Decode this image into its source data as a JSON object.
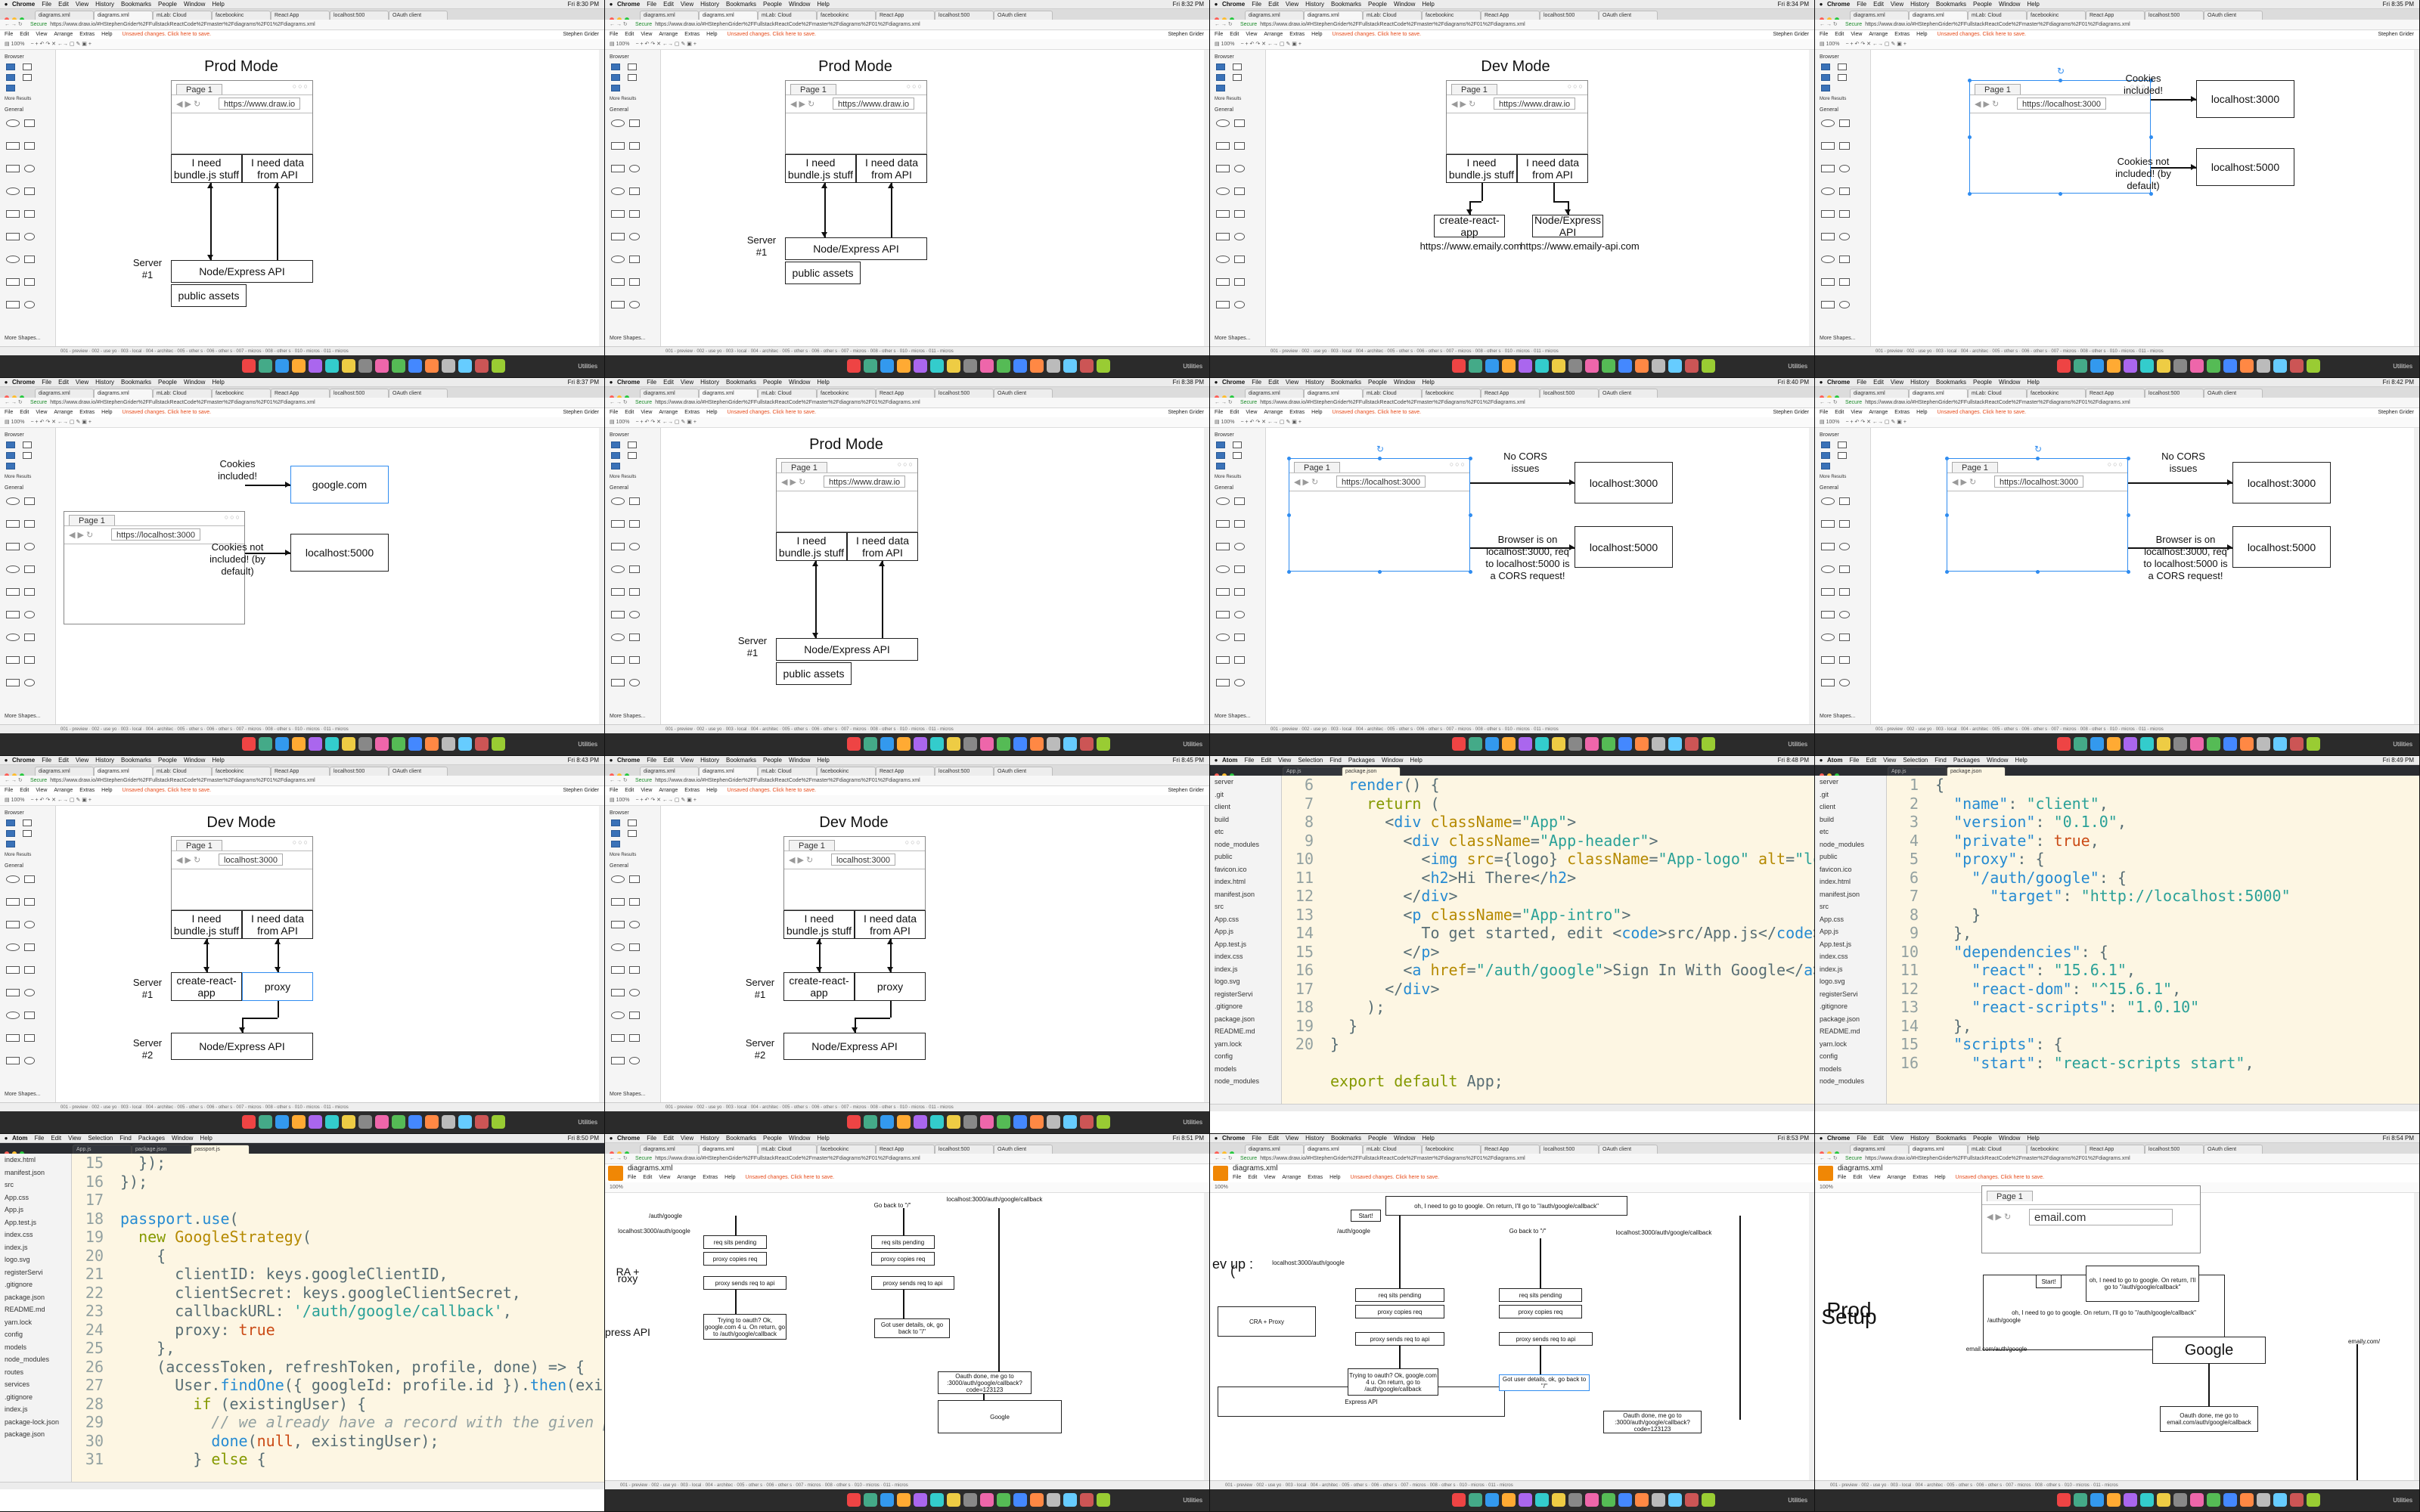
{
  "mac_menu": {
    "chrome": [
      "Chrome",
      "File",
      "Edit",
      "View",
      "History",
      "Bookmarks",
      "People",
      "Window",
      "Help"
    ],
    "atom": [
      "Atom",
      "File",
      "Edit",
      "View",
      "Selection",
      "Find",
      "Packages",
      "Window",
      "Help"
    ]
  },
  "clocks": [
    "Fri 8:30 PM",
    "Fri 8:32 PM",
    "Fri 8:34 PM",
    "Fri 8:35 PM",
    "Fri 8:37 PM",
    "Fri 8:38 PM",
    "Fri 8:40 PM",
    "Fri 8:42 PM",
    "Fri 8:43 PM",
    "Fri 8:45 PM",
    "Fri 8:48 PM",
    "Fri 8:49 PM",
    "Fri 8:50 PM",
    "Fri 8:51 PM",
    "Fri 8:53 PM",
    "Fri 8:54 PM"
  ],
  "browser_tabs": [
    "diagrams.xml",
    "diagrams.xml",
    "mLab: Cloud",
    "facebookinc",
    "React App",
    "localhost:500",
    "OAuth client"
  ],
  "atom_tabs": {
    "tile11": [
      "App.js",
      "package.json"
    ],
    "tile12": [
      "App.js",
      "package.json"
    ],
    "tile13": [
      "App.js",
      "package.json",
      "passport.js"
    ]
  },
  "url": {
    "secure": "Secure",
    "address": "https://www.draw.io/#HStephenGrider%2FFullstackReactCode%2Fmaster%2Fdiagrams%2F01%2Fdiagrams.xml"
  },
  "drawio_menu": [
    "File",
    "Edit",
    "View",
    "Arrange",
    "Extras",
    "Help"
  ],
  "drawio_warning": "Unsaved changes. Click here to save.",
  "drawio_user": "Stephen Grider",
  "toolbar_zoom": "100%",
  "sidebar": {
    "scratchpad": "Browser",
    "general": "General",
    "more": "More Results",
    "more_shapes": "More Shapes..."
  },
  "page_tabs": "001 - preview · 002 - use yo · 003 - local · 004 - architec · 005 - other s · 006 - other s · 007 - micros · 008 - other s · 010 - micros · 011 - micros",
  "dock_label": "Utilities",
  "window": {
    "title": "Page 1",
    "url_drawio": "https://www.draw.io",
    "url_local": "https://localhost:3000",
    "url_local_short": "localhost:3000",
    "url_email": "email.com"
  },
  "prod_mode": {
    "title": "Prod Mode",
    "need_bundle": "I need bundle.js stuff",
    "need_data": "I need data from API",
    "server_label": "Server #1",
    "node": "Node/Express API",
    "assets": "public assets"
  },
  "dev_mode_1": {
    "title": "Dev Mode",
    "need_bundle": "I need bundle.js stuff",
    "need_data": "I need data from API",
    "cra": "create-react-app",
    "api": "Node/Express API",
    "url_cra": "https://www.emaily.com",
    "url_api": "https://www.emaily-api.com"
  },
  "cookies": {
    "included": "Cookies included!",
    "not_included": "Cookies not included! (by default)",
    "host3000": "localhost:3000",
    "host5000": "localhost:5000",
    "google": "google.com"
  },
  "cors": {
    "no_cors": "No CORS issues",
    "cors_req": "Browser is on localhost:3000, req to localhost:5000 is a CORS request!",
    "host3000": "localhost:3000",
    "host5000": "localhost:5000"
  },
  "dev_mode_2": {
    "title": "Dev Mode",
    "need_bundle": "I need bundle.js stuff",
    "need_data": "I need data from API",
    "server1": "Server #1",
    "server2": "Server #2",
    "cra": "create-react-app",
    "proxy": "proxy",
    "api": "Node/Express API"
  },
  "app_js": {
    "lines": [
      "6",
      "7",
      "8",
      "9",
      "10",
      "11",
      "12",
      "13",
      "14",
      "15",
      "16",
      "17",
      "18",
      "19",
      "20"
    ],
    "tree": [
      "server",
      ".git",
      "client",
      "build",
      "etc",
      "node_modules",
      "public",
      "favicon.ico",
      "index.html",
      "manifest.json",
      "src",
      "App.css",
      "App.js",
      "App.test.js",
      "index.css",
      "index.js",
      "logo.svg",
      "registerServi",
      ".gitignore",
      "package.json",
      "README.md",
      "yarn.lock",
      "config",
      "models",
      "node_modules"
    ]
  },
  "package_json": {
    "lines": [
      "1",
      "2",
      "3",
      "4",
      "5",
      "6",
      "7",
      "8",
      "9",
      "10",
      "11",
      "12",
      "13",
      "14",
      "15",
      "16"
    ]
  },
  "passport_js": {
    "lines": [
      "15",
      "16",
      "17",
      "18",
      "19",
      "20",
      "21",
      "22",
      "23",
      "24",
      "25",
      "26",
      "27",
      "28",
      "29",
      "30",
      "31"
    ],
    "tree": [
      "index.html",
      "manifest.json",
      "src",
      "App.css",
      "App.js",
      "App.test.js",
      "index.css",
      "index.js",
      "logo.svg",
      "registerServi",
      ".gitignore",
      "package.json",
      "README.md",
      "yarn.lock",
      "config",
      "models",
      "node_modules",
      "routes",
      "services",
      ".gitignore",
      "index.js",
      "package-lock.json",
      "package.json"
    ]
  },
  "flow": {
    "auth_google": "/auth/google",
    "go_back": "Go back to \"/\"",
    "callback_url": "localhost:3000/auth/google/callback",
    "local_auth": "localhost:3000/auth/google",
    "req_pending": "req sits pending",
    "proxy_copies": "proxy copies req",
    "proxy_sends": "proxy sends req to api",
    "trying": "Trying to oauth? Ok, google.com 4 u. On return, go to /auth/google/callback",
    "got_user": "Got user details, ok, go back to \"/\"",
    "oauth_done": "Oauth done, me go to :3000/auth/google/callback?code=123123",
    "google": "Google",
    "cra_proxy": "CRA + Proxy",
    "express_api": "Express API",
    "start": "Start!",
    "need_google": "oh, I need to go to google. On return, I'll go to \"/auth/google/callback\"",
    "dev_setup": "ev up :(",
    "diagrams_title": "diagrams.xml",
    "ress": "press API",
    "ra_proxy": "RA + roxy"
  },
  "prod_setup": {
    "title": "Prod Setup",
    "page": "Page 1",
    "email": "email.com",
    "start": "Start!",
    "auth_google": "/auth/google",
    "email_auth": "email.com/auth/google",
    "need_google": "oh, I need to go to google. On return, I'll go to \"/auth/google/callback\"",
    "google": "Google",
    "oauth_done": "Oauth done, me go to email.com/auth/google/callback",
    "email_slash": "emaily.com/"
  },
  "colors": {
    "accent": "#2f8cf0",
    "warning": "#e64a19",
    "solarized_bg": "#fdf6e3"
  }
}
